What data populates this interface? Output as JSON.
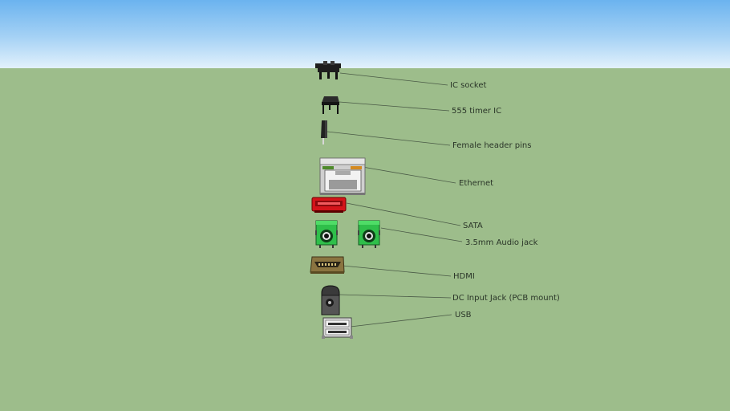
{
  "scene": {
    "labels": [
      {
        "id": "ic-socket",
        "text": "IC socket"
      },
      {
        "id": "timer-ic",
        "text": "555 timer IC"
      },
      {
        "id": "female-header",
        "text": "Female header pins"
      },
      {
        "id": "ethernet",
        "text": "Ethernet"
      },
      {
        "id": "sata",
        "text": "SATA"
      },
      {
        "id": "audio-jack",
        "text": "3.5mm Audio jack"
      },
      {
        "id": "hdmi",
        "text": "HDMI"
      },
      {
        "id": "dc-jack",
        "text": "DC Input Jack (PCB mount)"
      },
      {
        "id": "usb",
        "text": "USB"
      }
    ]
  },
  "colors": {
    "sky_top": "#6bb3ef",
    "ground": "#9dbd8b",
    "leader_line": "#4a5a46",
    "sata_red": "#d4141a",
    "audio_green": "#2fbf4a",
    "hdmi_brown": "#8a7440",
    "ethernet_gray": "#c8c8c8"
  }
}
